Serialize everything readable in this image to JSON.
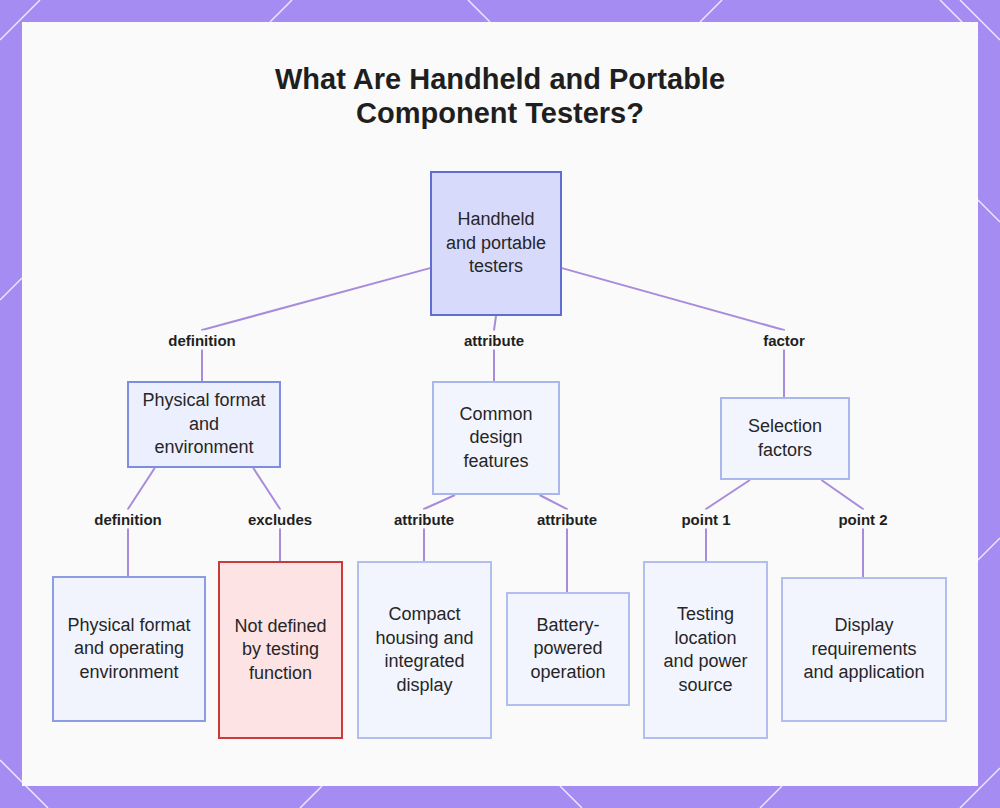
{
  "diagram": {
    "title": "What Are Handheld and Portable Component Testers?",
    "nodes": [
      {
        "text": [
          "Handheld and portable testers"
        ]
      },
      {
        "text": [
          "Physical format and environment"
        ]
      },
      {
        "text": [
          "Common design features"
        ]
      },
      {
        "text": [
          "Selection factors"
        ]
      },
      {
        "text": [
          "Physical format and operating environment"
        ]
      },
      {
        "text": [
          "Not defined by testing function"
        ]
      },
      {
        "text": [
          "Compact housing and integrated display"
        ]
      },
      {
        "text": [
          "Battery-powered operation"
        ]
      },
      {
        "text": [
          "Testing location and power source"
        ]
      },
      {
        "text": [
          "Display requirements and application"
        ]
      }
    ],
    "edges": [
      {
        "from": 0,
        "to": 1,
        "label": "definition",
        "arrow": "none"
      },
      {
        "from": 0,
        "to": 2,
        "label": "attribute",
        "arrow": "none"
      },
      {
        "from": 0,
        "to": 3,
        "label": "factor",
        "arrow": "none"
      },
      {
        "from": 1,
        "to": 4,
        "label": "definition",
        "arrow": "none"
      },
      {
        "from": 1,
        "to": 5,
        "label": "excludes",
        "arrow": "none"
      },
      {
        "from": 2,
        "to": 6,
        "label": "attribute",
        "arrow": "none"
      },
      {
        "from": 2,
        "to": 7,
        "label": "attribute",
        "arrow": "none"
      },
      {
        "from": 3,
        "to": 8,
        "label": "point 1",
        "arrow": "none"
      },
      {
        "from": 3,
        "to": 9,
        "label": "point 2",
        "arrow": "none"
      }
    ]
  }
}
